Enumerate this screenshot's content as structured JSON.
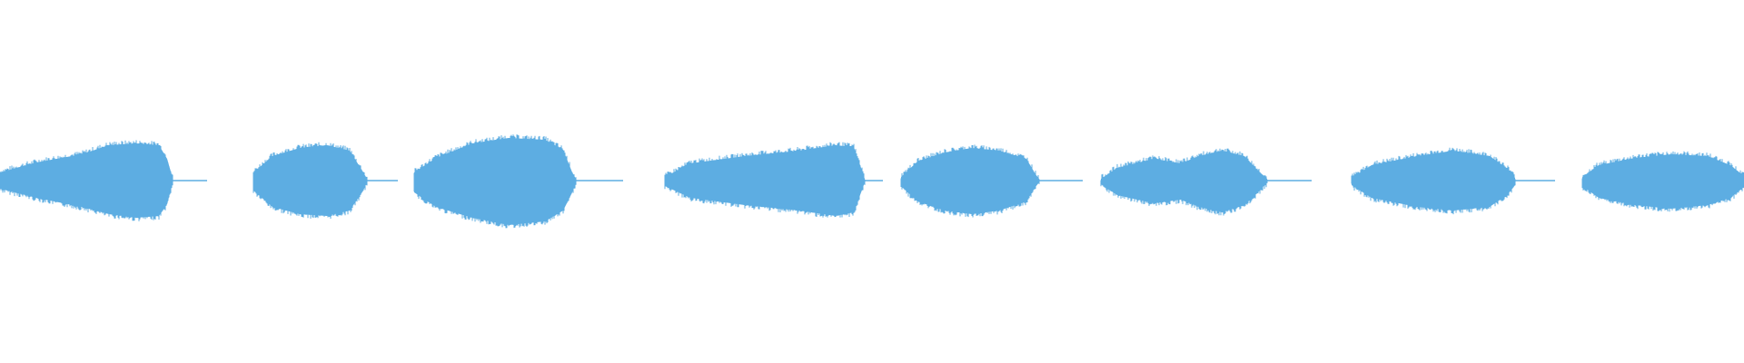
{
  "waveform": {
    "color": "#5dade2",
    "background": "#ffffff",
    "segments": [
      {
        "shape": "rise"
      },
      {
        "shape": "dome"
      },
      {
        "shape": "dome"
      },
      {
        "shape": "rise"
      },
      {
        "shape": "dome"
      },
      {
        "shape": "double"
      },
      {
        "shape": "dome"
      },
      {
        "shape": "dome"
      }
    ]
  }
}
